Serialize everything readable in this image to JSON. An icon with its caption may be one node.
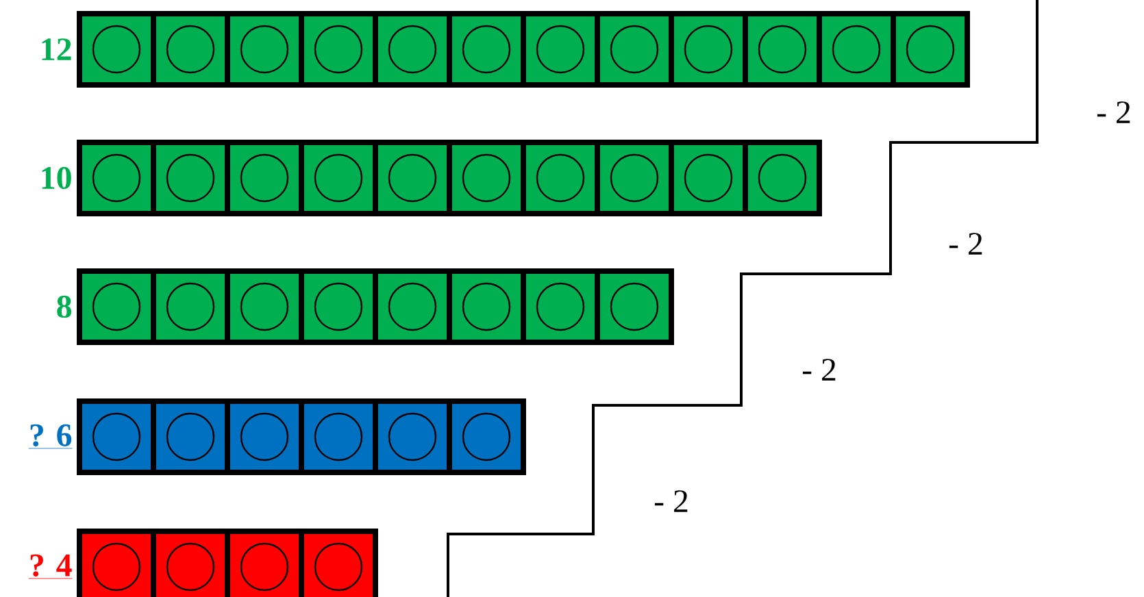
{
  "diagram": {
    "labels": [
      "12",
      "- 2",
      "10",
      "- 2",
      "8",
      "- 2",
      "? 6",
      "- 2",
      "? 4"
    ]
  }
}
